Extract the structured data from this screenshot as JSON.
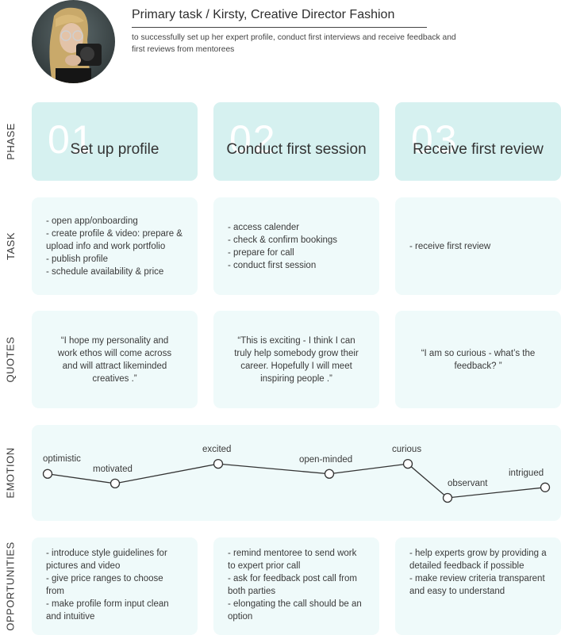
{
  "header": {
    "title": "Primary task / Kirsty, Creative Director Fashion",
    "subtitle": "to successfully set up her expert profile, conduct first interviews and receive feedback and first reviews from mentorees"
  },
  "row_labels": {
    "phase": "PHASE",
    "task": "TASK",
    "quotes": "QUOTES",
    "emotion": "EMOTION",
    "opportunities": "OPPORTUNITIES"
  },
  "phases": [
    {
      "number": "01",
      "name": "Set up profile"
    },
    {
      "number": "02",
      "name": "Conduct first session"
    },
    {
      "number": "03",
      "name": "Receive first review"
    }
  ],
  "tasks": [
    [
      "- open app/onboarding",
      "- create profile & video: prepare & upload info and work portfolio",
      "- publish profile",
      "- schedule availability & price"
    ],
    [
      "- access calender",
      "- check & confirm bookings",
      "- prepare for call",
      "- conduct first session"
    ],
    [
      "- receive first review"
    ]
  ],
  "quotes": [
    "“I hope my personality and work ethos will come across and will attract likeminded creatives .”",
    "“This is exciting - I think I can truly help somebody grow their career. Hopefully I will meet inspiring people .”",
    "“I am so curious - what’s the feedback? ”"
  ],
  "emotion": {
    "points": [
      {
        "label": "optimistic",
        "level": 0.55
      },
      {
        "label": "motivated",
        "level": 0.33
      },
      {
        "label": "excited",
        "level": 0.78
      },
      {
        "label": "open-minded",
        "level": 0.55
      },
      {
        "label": "curious",
        "level": 0.78
      },
      {
        "label": "observant",
        "level": 0.0
      },
      {
        "label": "intrigued",
        "level": 0.24
      }
    ],
    "line_color": "#333333",
    "marker_fill": "#ffffff"
  },
  "opportunities": [
    [
      "- introduce style guidelines for pictures and video",
      "- give price ranges to choose from",
      "- make profile form input clean and intuitive"
    ],
    [
      "- remind mentoree to send work to expert prior call",
      "- ask for feedback post call from both parties",
      "- elongating the call should be an option"
    ],
    [
      "- help experts grow by providing a detailed feedback if possible",
      "- make review criteria transparent and easy to understand"
    ]
  ],
  "colors": {
    "phase_card": "#d6f1f0",
    "light_card": "#effafa"
  },
  "avatar": {
    "icon": "portrait-photo"
  }
}
